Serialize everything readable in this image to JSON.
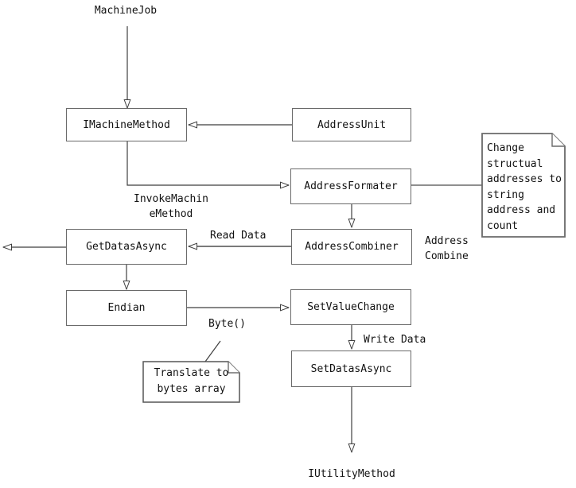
{
  "diagram": {
    "endpoint_labels": {
      "machine_job": "MachineJob",
      "iutility_method": "IUtilityMethod"
    },
    "nodes": {
      "imachine_method": "IMachineMethod",
      "address_unit": "AddressUnit",
      "address_formater": "AddressFormater",
      "get_datas_async": "GetDatasAsync",
      "address_combiner": "AddressCombiner",
      "endian": "Endian",
      "set_value_change": "SetValueChange",
      "set_datas_async": "SetDatasAsync"
    },
    "edge_labels": {
      "invoke_machine_method": "InvokeMachin\neMethod",
      "invoke_line1": "InvokeMachin",
      "invoke_line2": "eMethod",
      "read_data": "Read Data",
      "address_combine_line1": "Address",
      "address_combine_line2": "Combine",
      "byte_call": "Byte()",
      "write_data": "Write Data"
    },
    "notes": {
      "change_structual": {
        "lines": [
          "Change",
          "structual",
          "addresses to",
          "string",
          "address and",
          "count"
        ]
      },
      "translate_bytes": {
        "lines": [
          "Translate to",
          "bytes array"
        ]
      }
    },
    "colors": {
      "connector": "#3f3f3f",
      "box_border": "#6a6a6a",
      "text": "#111111",
      "background": "#ffffff"
    }
  }
}
